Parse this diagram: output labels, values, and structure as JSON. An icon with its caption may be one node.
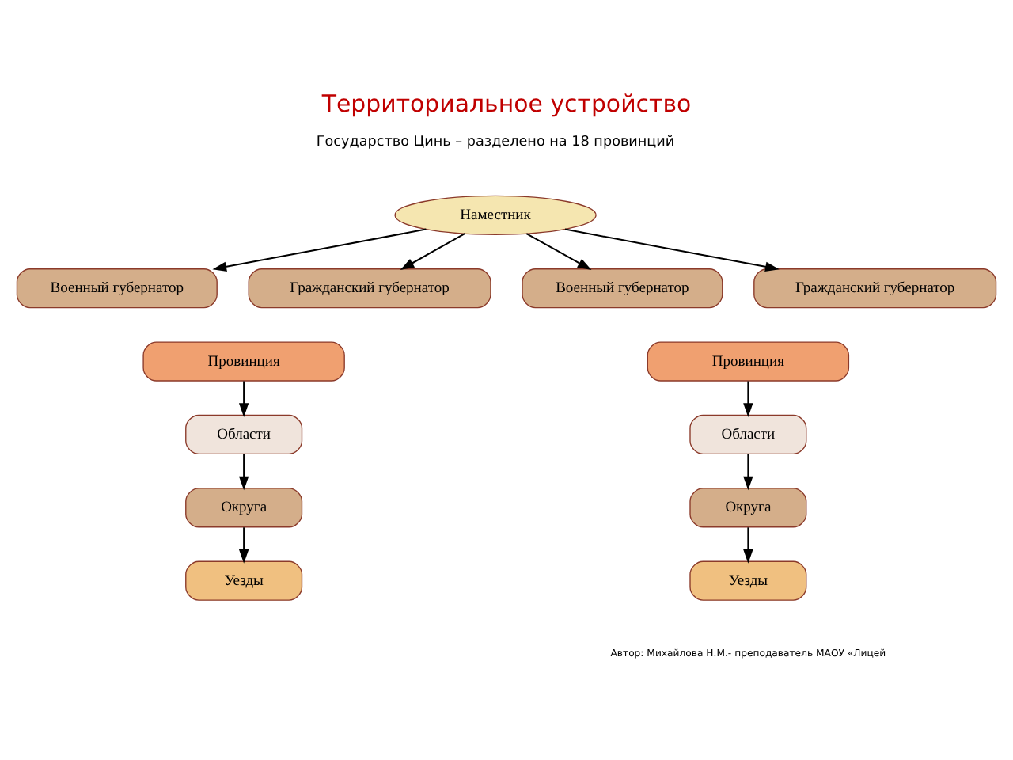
{
  "diagram": {
    "title": "Территориальное устройство",
    "nodes": [
      {
        "text": [
          "Наместник"
        ]
      },
      {
        "text": [
          "Военный губернатор"
        ]
      },
      {
        "text": [
          "Гражданский губернатор"
        ]
      },
      {
        "text": [
          "Военный губернатор"
        ]
      },
      {
        "text": [
          "Гражданский губернатор"
        ]
      },
      {
        "text": [
          "Провинция"
        ]
      },
      {
        "text": [
          "Провинция"
        ]
      },
      {
        "text": [
          "Области"
        ]
      },
      {
        "text": [
          "Области"
        ]
      },
      {
        "text": [
          "Округа"
        ]
      },
      {
        "text": [
          "Округа"
        ]
      },
      {
        "text": [
          "Уезды"
        ]
      },
      {
        "text": [
          "Уезды"
        ]
      }
    ],
    "edges": [
      {
        "from": 0,
        "to": 1,
        "arrow": "to"
      },
      {
        "from": 0,
        "to": 2,
        "arrow": "to"
      },
      {
        "from": 0,
        "to": 3,
        "arrow": "to"
      },
      {
        "from": 0,
        "to": 4,
        "arrow": "to"
      },
      {
        "from": 5,
        "to": 7,
        "arrow": "to"
      },
      {
        "from": 7,
        "to": 9,
        "arrow": "to"
      },
      {
        "from": 9,
        "to": 11,
        "arrow": "to"
      },
      {
        "from": 6,
        "to": 8,
        "arrow": "to"
      },
      {
        "from": 8,
        "to": 10,
        "arrow": "to"
      },
      {
        "from": 10,
        "to": 12,
        "arrow": "to"
      }
    ],
    "labels": [
      "Государство Цинь – разделено на 18 провинций",
      "Автор: Михайлова Н.М.- преподаватель МАОУ «Лицей"
    ]
  }
}
